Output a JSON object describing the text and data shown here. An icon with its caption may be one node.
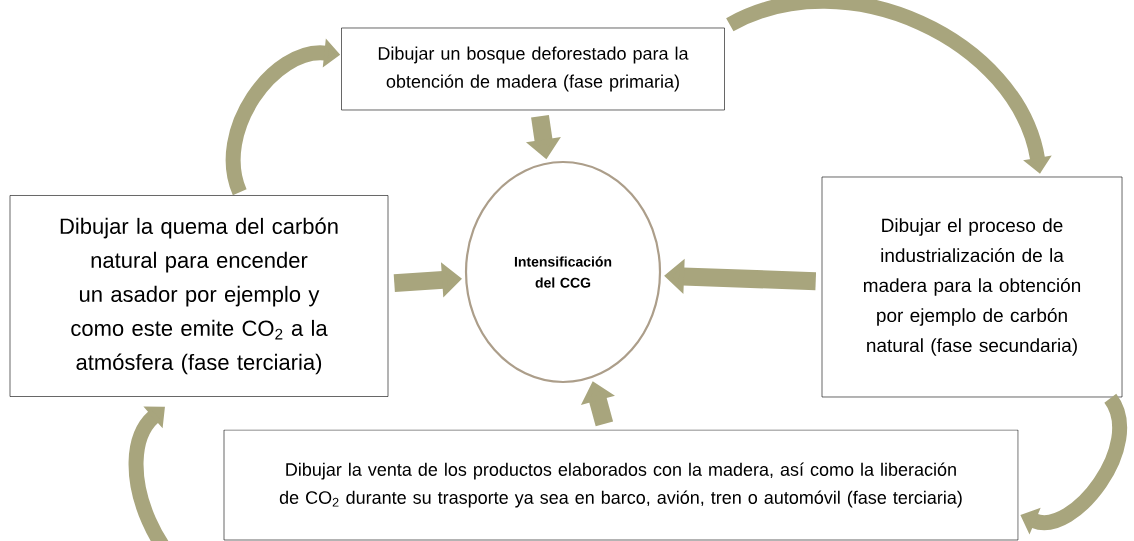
{
  "diagram": {
    "nodes": [
      {
        "text": [
          "Dibujar un bosque deforestado para la obtención de madera (fase primaria)"
        ]
      },
      {
        "text": [
          "Dibujar la quema del carbón natural para encender un asador por ejemplo y como este emite CO$_{2}$ a la atmósfera (fase terciaria)"
        ]
      },
      {
        "text": [
          "Intensificación del CCG"
        ]
      },
      {
        "text": [
          "Dibujar el proceso de industrialización de la madera para la obtención por ejemplo de carbón natural (fase secundaria)"
        ]
      },
      {
        "text": [
          "Dibujar la venta de los productos elaborados con la madera, así como la liberación de CO$_{2}$ durante su trasporte ya sea en barco, avión, tren o automóvil (fase terciaria)"
        ]
      }
    ],
    "edges": [
      {
        "from": 0,
        "to": 2,
        "arrow": "to"
      },
      {
        "from": 1,
        "to": 2,
        "arrow": "to"
      },
      {
        "from": 3,
        "to": 2,
        "arrow": "to"
      },
      {
        "from": 4,
        "to": 2,
        "arrow": "to"
      },
      {
        "from": 1,
        "to": 0,
        "arrow": "to"
      },
      {
        "from": 0,
        "to": 3,
        "arrow": "to"
      },
      {
        "from": 3,
        "to": 4,
        "arrow": "to"
      },
      {
        "from": 4,
        "to": 1,
        "arrow": "to"
      }
    ]
  }
}
